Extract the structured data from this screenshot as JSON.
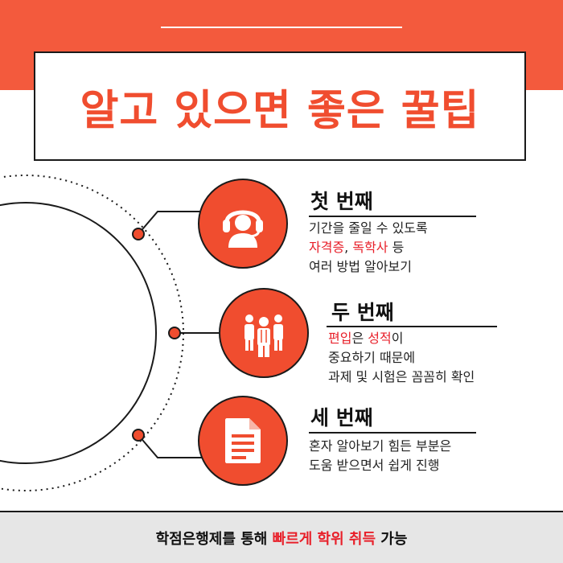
{
  "title": "알고 있으면 좋은 꿀팁",
  "colors": {
    "accent": "#f04d2f",
    "highlight": "#e8202a",
    "footer_bg": "#e6e6e6"
  },
  "items": [
    {
      "icon": "headset-person-icon",
      "title": "첫 번째",
      "lines": [
        [
          {
            "text": "기간을 줄일 수 있도록"
          }
        ],
        [
          {
            "text": "자격증",
            "hl": true
          },
          {
            "text": ", "
          },
          {
            "text": "독학사",
            "hl": true
          },
          {
            "text": " 등"
          }
        ],
        [
          {
            "text": "여러 방법 알아보기"
          }
        ]
      ]
    },
    {
      "icon": "group-people-icon",
      "title": "두 번째",
      "lines": [
        [
          {
            "text": "편입",
            "hl": true
          },
          {
            "text": "은 "
          },
          {
            "text": "성적",
            "hl": true
          },
          {
            "text": "이"
          }
        ],
        [
          {
            "text": "중요하기 때문에"
          }
        ],
        [
          {
            "text": "과제 및 시험은 꼼꼼히 확인"
          }
        ]
      ]
    },
    {
      "icon": "document-icon",
      "title": "세 번째",
      "lines": [
        [
          {
            "text": "혼자 알아보기 힘든 부분은"
          }
        ],
        [
          {
            "text": "도움 받으면서 쉽게 진행"
          }
        ]
      ]
    }
  ],
  "footer": [
    {
      "text": "학점은행제를 통해 "
    },
    {
      "text": "빠르게 학위 취득",
      "hl": true
    },
    {
      "text": " 가능"
    }
  ]
}
